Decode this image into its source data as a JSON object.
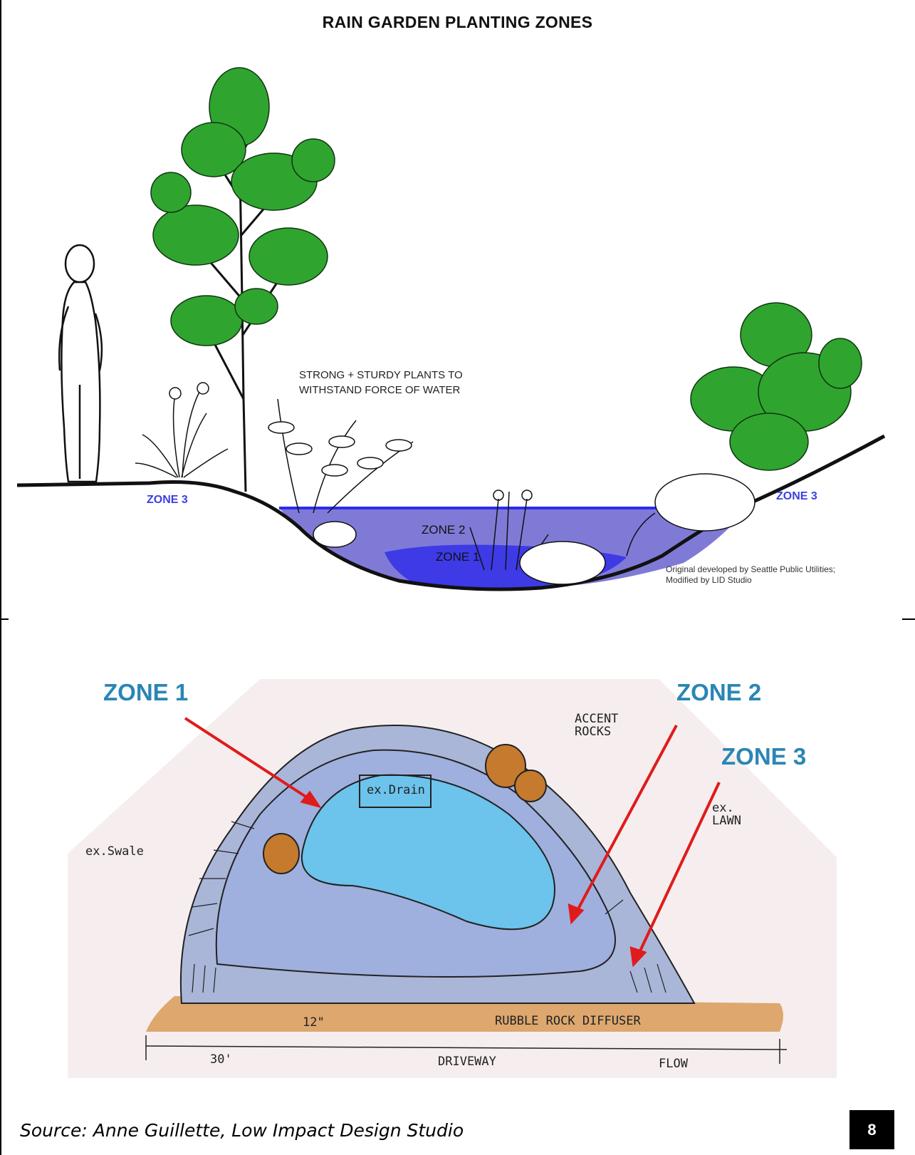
{
  "top": {
    "title": "RAIN GARDEN PLANTING ZONES",
    "note_line1": "STRONG + STURDY PLANTS TO",
    "note_line2": "WITHSTAND FORCE OF WATER",
    "zone3_left": "ZONE 3",
    "zone3_right": "ZONE 3",
    "zone2": "ZONE 2",
    "zone1": "ZONE 1",
    "credit_line1": "Original developed by Seattle Public Utilities;",
    "credit_line2": "Modified by LID Studio"
  },
  "bottom": {
    "zone1": "ZONE 1",
    "zone2": "ZONE 2",
    "zone3": "ZONE 3",
    "accent_rocks_1": "ACCENT",
    "accent_rocks_2": "ROCKS",
    "drain": "ex.Drain",
    "swale": "ex.Swale",
    "lawn_1": "ex.",
    "lawn_2": "LAWN",
    "diffuser": "RUBBLE ROCK DIFFUSER",
    "depth": "12\"",
    "width": "30'",
    "driveway": "DRIVEWAY",
    "flow": "FLOW"
  },
  "colors": {
    "zone_label_blue": "#3b3fe0",
    "water_zone2": "#6a63d0",
    "water_zone1": "#3d3ae6",
    "foliage_green": "#2fa52f",
    "sketch_zone_blue": "#2a86b4",
    "arrow_red": "#e01b1b",
    "rock_orange": "#c57a2e",
    "pool_light_blue": "#6cc3ec"
  },
  "footer": {
    "source": "Source: Anne Guillette, Low Impact Design Studio",
    "page_number": "8"
  }
}
